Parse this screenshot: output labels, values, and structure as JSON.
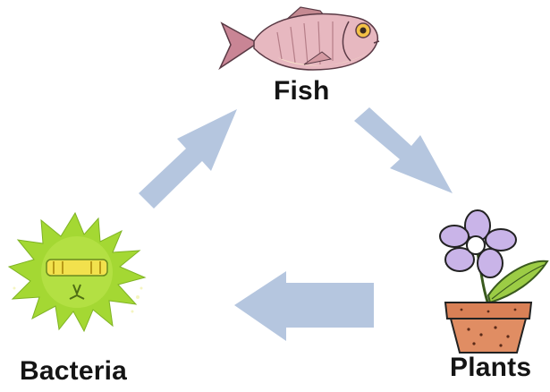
{
  "nodes": {
    "fish": {
      "label": "Fish"
    },
    "plants": {
      "label": "Plants"
    },
    "bacteria": {
      "label": "Bacteria"
    }
  },
  "edges": [
    {
      "from": "fish",
      "to": "plants"
    },
    {
      "from": "plants",
      "to": "bacteria"
    },
    {
      "from": "bacteria",
      "to": "fish"
    }
  ],
  "colors": {
    "arrow": "#b5c6df",
    "fish_body": "#e7b8c0",
    "leaf": "#9ccc45",
    "flower_petal": "#c9b4e8",
    "pot": "#d98056",
    "bacteria_body": "#a4d833",
    "bacteria_face": "#f2e14d"
  }
}
